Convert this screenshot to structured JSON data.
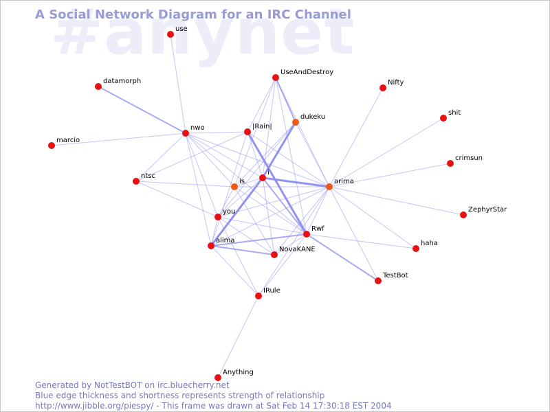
{
  "watermark": "#anynet",
  "title": "A Social Network Diagram for an IRC Channel",
  "footer": {
    "line1": "Generated by NotTestBOT on irc.bluecherry.net",
    "line2": "Blue edge thickness and shortness represents strength of relationship",
    "line3": "http://www.jibble.org/piespy/ - This frame was drawn at Sat Feb 14 17:30:18 EST 2004"
  },
  "colors": {
    "node_red": "#e81010",
    "node_orange": "#f05a14",
    "edge": "#8c8cf0"
  },
  "nodes": [
    {
      "id": "use",
      "label": "use",
      "color": "red"
    },
    {
      "id": "datamorph",
      "label": "datamorph",
      "color": "red"
    },
    {
      "id": "UseAndDestroy",
      "label": "UseAndDestroy",
      "color": "red"
    },
    {
      "id": "Nifty",
      "label": "Nifty",
      "color": "red"
    },
    {
      "id": "dukeku",
      "label": "dukeku",
      "color": "orange"
    },
    {
      "id": "shit",
      "label": "shit",
      "color": "red"
    },
    {
      "id": "nwo",
      "label": "nwo",
      "color": "red"
    },
    {
      "id": "IRain",
      "label": "|Rain|",
      "color": "red"
    },
    {
      "id": "marcio",
      "label": "marcio",
      "color": "red"
    },
    {
      "id": "crimsun",
      "label": "crimsun",
      "color": "red"
    },
    {
      "id": "ntsc",
      "label": "ntsc",
      "color": "red"
    },
    {
      "id": "is",
      "label": "is",
      "color": "orange"
    },
    {
      "id": "i",
      "label": "i",
      "color": "red"
    },
    {
      "id": "arima",
      "label": "arima",
      "color": "orange"
    },
    {
      "id": "ZephyrStar",
      "label": "ZephyrStar",
      "color": "red"
    },
    {
      "id": "you",
      "label": "you",
      "color": "red"
    },
    {
      "id": "Rwf",
      "label": "Rwf",
      "color": "red"
    },
    {
      "id": "alima",
      "label": "alima",
      "color": "red"
    },
    {
      "id": "NovaKANE",
      "label": "NovaKANE",
      "color": "red"
    },
    {
      "id": "haha",
      "label": "haha",
      "color": "red"
    },
    {
      "id": "TestBot",
      "label": "TestBot",
      "color": "red"
    },
    {
      "id": "IRule",
      "label": "IRule",
      "color": "red"
    },
    {
      "id": "Anything",
      "label": "Anything",
      "color": "red"
    }
  ],
  "edges": [
    {
      "from": "use",
      "to": "nwo",
      "weight": 1
    },
    {
      "from": "datamorph",
      "to": "nwo",
      "weight": 2
    },
    {
      "from": "marcio",
      "to": "nwo",
      "weight": 1
    },
    {
      "from": "ntsc",
      "to": "nwo",
      "weight": 1
    },
    {
      "from": "ntsc",
      "to": "IRain",
      "weight": 1
    },
    {
      "from": "ntsc",
      "to": "is",
      "weight": 1
    },
    {
      "from": "ntsc",
      "to": "you",
      "weight": 1
    },
    {
      "from": "nwo",
      "to": "IRain",
      "weight": 1
    },
    {
      "from": "nwo",
      "to": "is",
      "weight": 1
    },
    {
      "from": "nwo",
      "to": "i",
      "weight": 1
    },
    {
      "from": "nwo",
      "to": "arima",
      "weight": 1
    },
    {
      "from": "nwo",
      "to": "alima",
      "weight": 1
    },
    {
      "from": "nwo",
      "to": "you",
      "weight": 1
    },
    {
      "from": "nwo",
      "to": "Rwf",
      "weight": 1
    },
    {
      "from": "UseAndDestroy",
      "to": "dukeku",
      "weight": 2
    },
    {
      "from": "UseAndDestroy",
      "to": "arima",
      "weight": 1
    },
    {
      "from": "UseAndDestroy",
      "to": "is",
      "weight": 1
    },
    {
      "from": "UseAndDestroy",
      "to": "i",
      "weight": 1
    },
    {
      "from": "UseAndDestroy",
      "to": "IRain",
      "weight": 1
    },
    {
      "from": "UseAndDestroy",
      "to": "Rwf",
      "weight": 1
    },
    {
      "from": "dukeku",
      "to": "i",
      "weight": 3
    },
    {
      "from": "dukeku",
      "to": "is",
      "weight": 1
    },
    {
      "from": "dukeku",
      "to": "arima",
      "weight": 1
    },
    {
      "from": "dukeku",
      "to": "you",
      "weight": 1
    },
    {
      "from": "Nifty",
      "to": "arima",
      "weight": 1
    },
    {
      "from": "shit",
      "to": "arima",
      "weight": 1
    },
    {
      "from": "crimsun",
      "to": "arima",
      "weight": 1
    },
    {
      "from": "ZephyrStar",
      "to": "arima",
      "weight": 1
    },
    {
      "from": "IRain",
      "to": "Rwf",
      "weight": 3
    },
    {
      "from": "IRain",
      "to": "arima",
      "weight": 1
    },
    {
      "from": "IRain",
      "to": "i",
      "weight": 1
    },
    {
      "from": "IRain",
      "to": "alima",
      "weight": 1
    },
    {
      "from": "i",
      "to": "arima",
      "weight": 3
    },
    {
      "from": "i",
      "to": "alima",
      "weight": 3
    },
    {
      "from": "i",
      "to": "Rwf",
      "weight": 2
    },
    {
      "from": "i",
      "to": "NovaKANE",
      "weight": 1
    },
    {
      "from": "i",
      "to": "is",
      "weight": 1
    },
    {
      "from": "i",
      "to": "you",
      "weight": 1
    },
    {
      "from": "is",
      "to": "arima",
      "weight": 1
    },
    {
      "from": "is",
      "to": "you",
      "weight": 1
    },
    {
      "from": "is",
      "to": "NovaKANE",
      "weight": 1
    },
    {
      "from": "is",
      "to": "Rwf",
      "weight": 1
    },
    {
      "from": "arima",
      "to": "you",
      "weight": 1
    },
    {
      "from": "arima",
      "to": "Rwf",
      "weight": 1
    },
    {
      "from": "arima",
      "to": "alima",
      "weight": 1
    },
    {
      "from": "arima",
      "to": "NovaKANE",
      "weight": 1
    },
    {
      "from": "arima",
      "to": "haha",
      "weight": 1
    },
    {
      "from": "arima",
      "to": "TestBot",
      "weight": 1
    },
    {
      "from": "arima",
      "to": "IRule",
      "weight": 1
    },
    {
      "from": "you",
      "to": "Rwf",
      "weight": 1
    },
    {
      "from": "you",
      "to": "NovaKANE",
      "weight": 1
    },
    {
      "from": "you",
      "to": "IRule",
      "weight": 1
    },
    {
      "from": "you",
      "to": "alima",
      "weight": 1
    },
    {
      "from": "alima",
      "to": "Rwf",
      "weight": 2
    },
    {
      "from": "alima",
      "to": "NovaKANE",
      "weight": 2
    },
    {
      "from": "alima",
      "to": "IRule",
      "weight": 1
    },
    {
      "from": "Rwf",
      "to": "NovaKANE",
      "weight": 1
    },
    {
      "from": "Rwf",
      "to": "haha",
      "weight": 1
    },
    {
      "from": "Rwf",
      "to": "TestBot",
      "weight": 2
    },
    {
      "from": "Rwf",
      "to": "IRule",
      "weight": 1
    },
    {
      "from": "IRule",
      "to": "Anything",
      "weight": 1
    }
  ]
}
